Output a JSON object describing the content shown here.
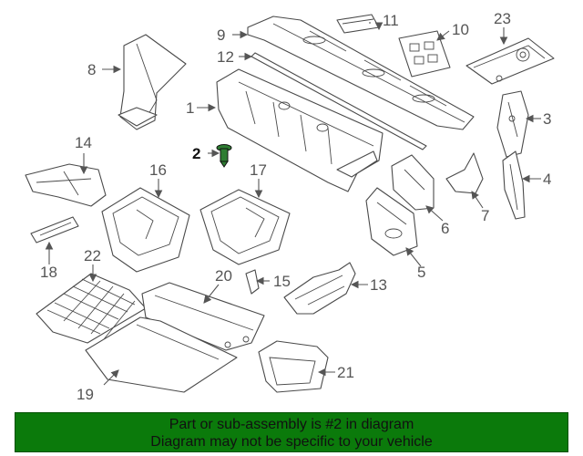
{
  "callouts": {
    "c1": "1",
    "c2": "2",
    "c3": "3",
    "c4": "4",
    "c5": "5",
    "c6": "6",
    "c7": "7",
    "c8": "8",
    "c9": "9",
    "c10": "10",
    "c11": "11",
    "c12": "12",
    "c13": "13",
    "c14": "14",
    "c15": "15",
    "c16": "16",
    "c17": "17",
    "c18": "18",
    "c19": "19",
    "c20": "20",
    "c21": "21",
    "c22": "22",
    "c23": "23"
  },
  "highlight": {
    "part": "2",
    "color": "#2e7d32"
  },
  "banner": {
    "line1": "Part or sub-assembly is #2 in diagram",
    "line2": "Diagram may not be specific to your vehicle",
    "background": "#0b7a0b"
  }
}
